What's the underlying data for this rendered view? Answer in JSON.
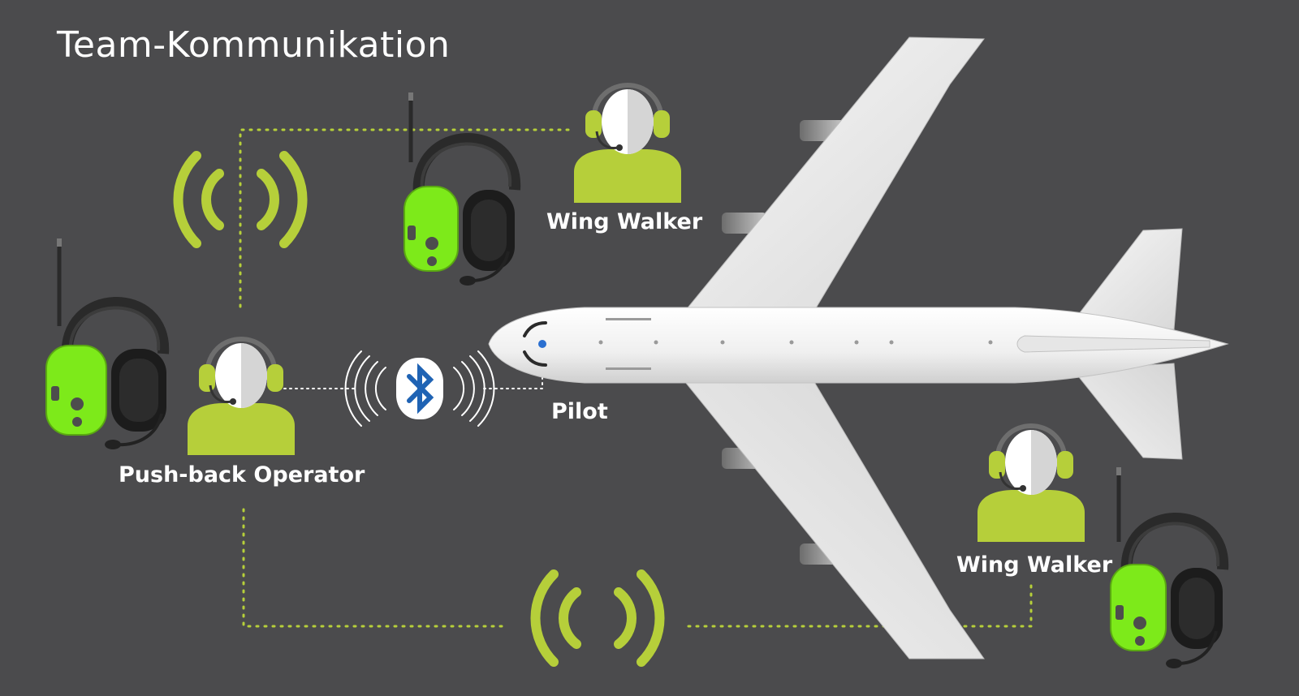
{
  "diagram": {
    "title": "Team-Kommunikation",
    "nodes": [
      {
        "id": "wing-walker-top",
        "label": "Wing Walker"
      },
      {
        "id": "push-back-operator",
        "label": "Push-back Operator"
      },
      {
        "id": "pilot",
        "label": "Pilot"
      },
      {
        "id": "wing-walker-bottom",
        "label": "Wing Walker"
      }
    ],
    "links": [
      {
        "from": "push-back-operator",
        "to": "wing-walker-top",
        "medium": "radio-waves-icon"
      },
      {
        "from": "push-back-operator",
        "to": "wing-walker-bottom",
        "medium": "radio-waves-icon"
      },
      {
        "from": "push-back-operator",
        "to": "pilot",
        "medium": "bluetooth-icon"
      }
    ],
    "colors": {
      "background": "#4b4b4d",
      "accent_green": "#b6cf3a",
      "headset_green": "#7dea1a",
      "bluetooth_blue": "#1f63b4",
      "text": "#ffffff"
    }
  }
}
